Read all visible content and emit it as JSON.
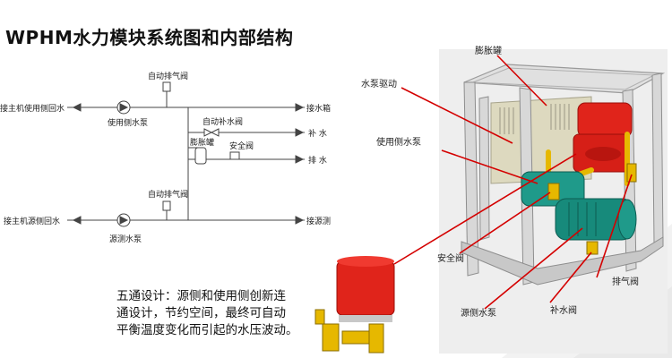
{
  "slide": {
    "title": "WPHM水力模块系统图和内部结构",
    "description_lines": [
      "五通设计：源侧和使用侧创新连",
      "通设计，节约空间，最终可自动",
      "平衡温度变化而引起的水压波动。"
    ]
  },
  "schematic": {
    "labels": {
      "user_return": "接主机使用侧回水",
      "user_pump": "使用侧水泵",
      "auto_vent_top": "自动排气阀",
      "water_tank_conn": "接水箱",
      "auto_makeup": "自动补水阀",
      "makeup": "补 水",
      "expansion_tank": "膨胀罐",
      "safety_valve": "安全阀",
      "drain": "排 水",
      "auto_vent_bottom": "自动排气阀",
      "source_return": "接主机源侧回水",
      "source_conn": "接源测",
      "source_pump": "源测水泵"
    }
  },
  "photo_callouts": {
    "expansion_tank": "膨胀罐",
    "pump_drive": "水泵驱动",
    "user_pump": "使用侧水泵",
    "safety_valve": "安全阀",
    "vent_valve": "排气阀",
    "source_pump": "源侧水泵",
    "makeup_valve": "补水阀"
  },
  "colors": {
    "callout_line": "#d40000",
    "tank_red": "#e0241b",
    "pump_green": "#1f9a8a",
    "brass": "#e6b800",
    "frame_gray": "#cfcfcf"
  }
}
